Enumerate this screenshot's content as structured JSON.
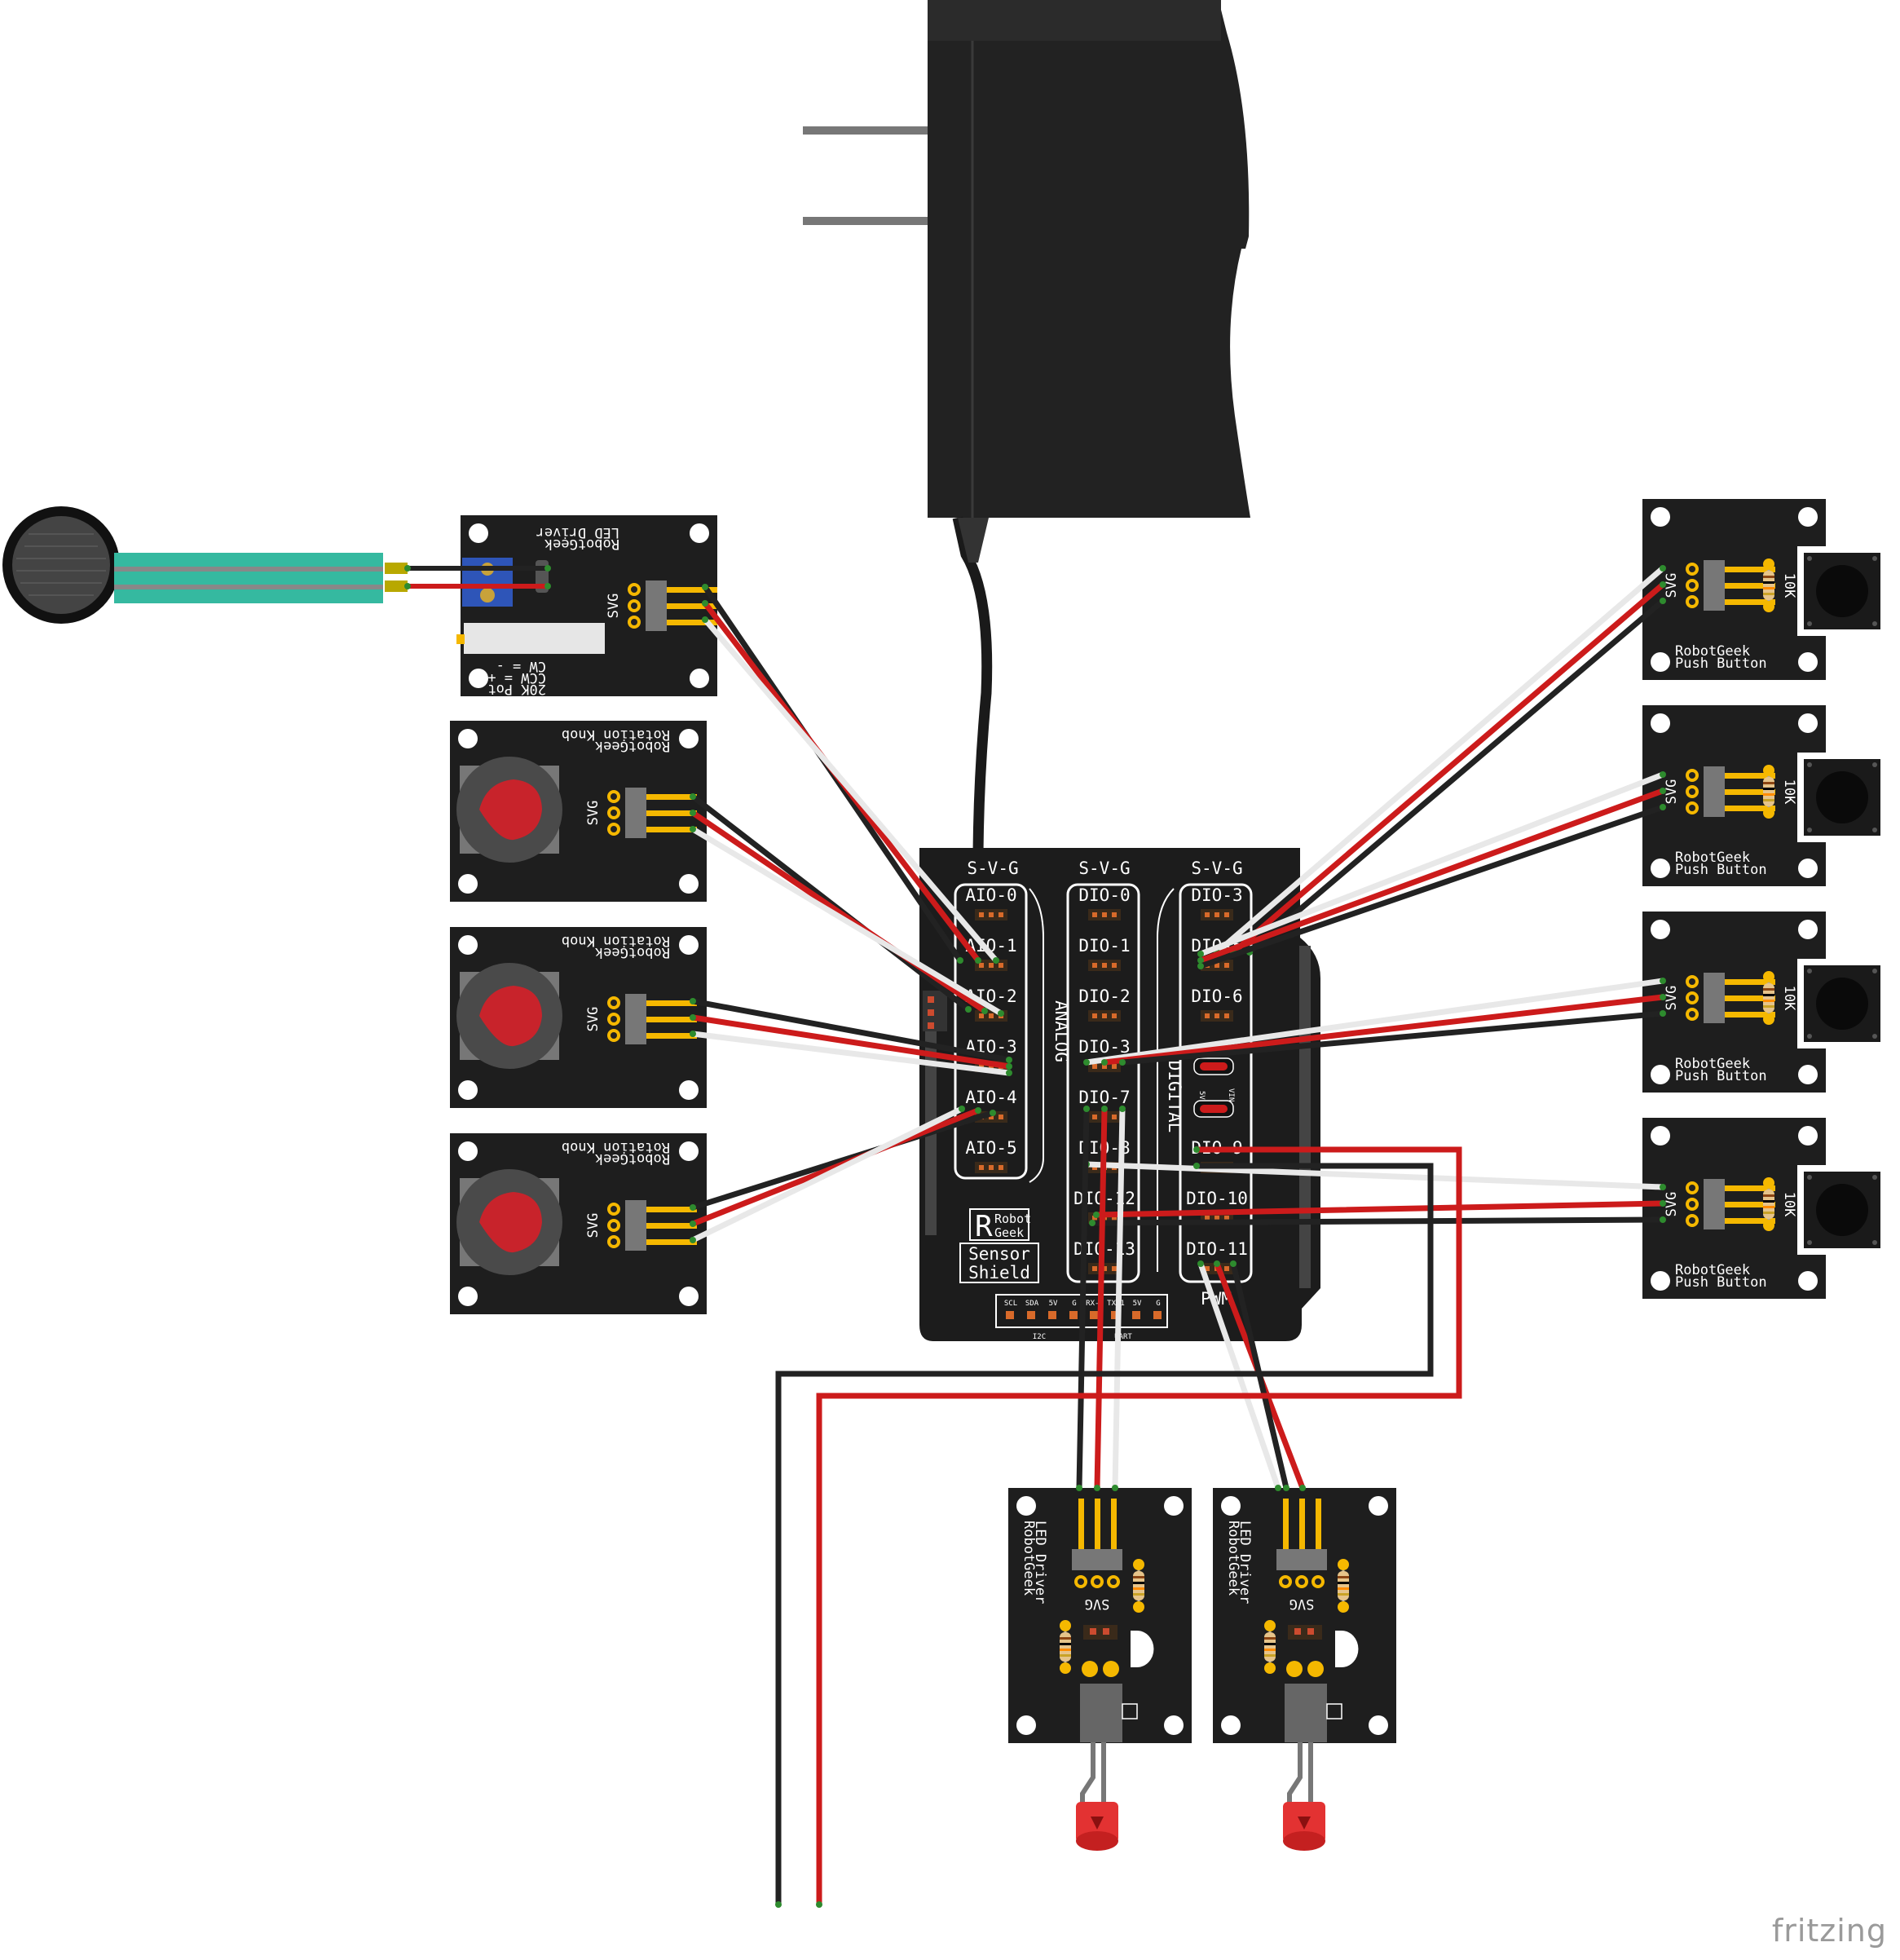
{
  "brand": "fritzing",
  "colors": {
    "board": "#1e1e1e",
    "wire_red": "#cc1b1b",
    "wire_black": "#222222",
    "wire_white": "#e8e8e8",
    "header_gold": "#f5b800",
    "knob_red": "#c8232b",
    "fsr_teal": "#35b9a0",
    "led_red": "#e33232"
  },
  "shield": {
    "headers": [
      "S-V-G",
      "S-V-G",
      "S-V-G"
    ],
    "analog_label": "ANALOG",
    "digital_label": "DIGITAL",
    "analog_pins": [
      "AIO-0",
      "AIO-1",
      "AIO-2",
      "AIO-3",
      "AIO-4",
      "AIO-5"
    ],
    "digital_pins": [
      "DIO-0",
      "DIO-1",
      "DIO-2",
      "DIO-3",
      "DIO-7",
      "DIO-8",
      "DIO-12",
      "DIO-13"
    ],
    "pwm_pins": [
      "DIO-3",
      "DIO-5",
      "DIO-6",
      "DIO-9",
      "DIO-10",
      "DIO-11"
    ],
    "pwm_label": "PWM",
    "jumper_labels": [
      "5V",
      "VIN"
    ],
    "logo_lines": [
      "Robot",
      "Geek"
    ],
    "logo_big": "R",
    "sensor_lines": [
      "Sensor",
      "Shield"
    ],
    "i2c_label": "I2C",
    "uart_label": "UART",
    "i2c_pins": [
      "SCL",
      "SDA",
      "5V",
      "G"
    ],
    "uart_pins": [
      "RX-0",
      "TX-1",
      "5V",
      "G"
    ]
  },
  "modules": {
    "svg_label": "SVG",
    "push_button": {
      "line1": "RobotGeek",
      "line2": "Push Button",
      "resistor": "10K"
    },
    "rotation_knob": {
      "line1": "RobotGeek",
      "line2": "Rotation Knob"
    },
    "led_driver": {
      "line1": "RobotGeek",
      "line2": "LED Driver"
    },
    "pot_labels": [
      "CW  = -",
      "CCW = +",
      "20K Pot"
    ]
  }
}
